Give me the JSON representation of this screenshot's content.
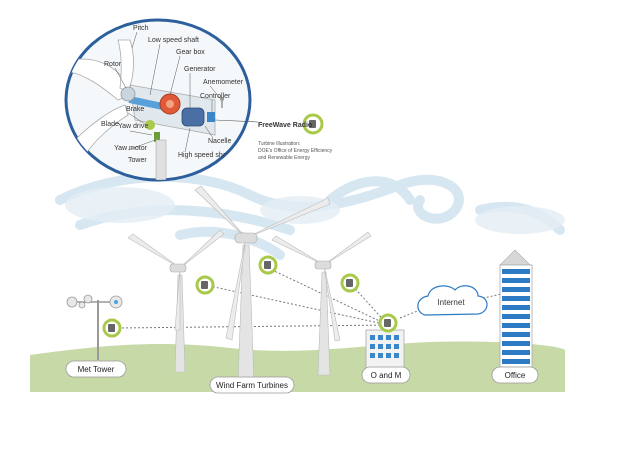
{
  "inset": {
    "parts": {
      "pitch": "Pitch",
      "low_speed_shaft": "Low speed shaft",
      "rotor": "Rotor",
      "gear_box": "Gear box",
      "generator": "Generator",
      "anemometer": "Anemometer",
      "controller": "Controller",
      "blade": "Blade",
      "brake": "Brake",
      "yaw_drive": "Yaw drive",
      "nacelle": "Nacelle",
      "yaw_motor": "Yaw motor",
      "high_speed_shaft": "High speed shaft",
      "tower": "Tower"
    },
    "freewave_radio": "FreeWave Radio",
    "credit_line1": "Turbine Illustration:",
    "credit_line2": "DOE's Office of Energy Efficiency",
    "credit_line3": "and Renewable Energy"
  },
  "cloud_label": "Internet",
  "labels": {
    "met_tower": "Met Tower",
    "wind_farm": "Wind Farm Turbines",
    "o_and_m": "O and M",
    "office": "Office"
  },
  "colors": {
    "sky_swirl": "#cfe3ef",
    "ground": "#c8d9a8",
    "radio_badge": "#a8c94a",
    "building_blue": "#2c7bc4"
  }
}
